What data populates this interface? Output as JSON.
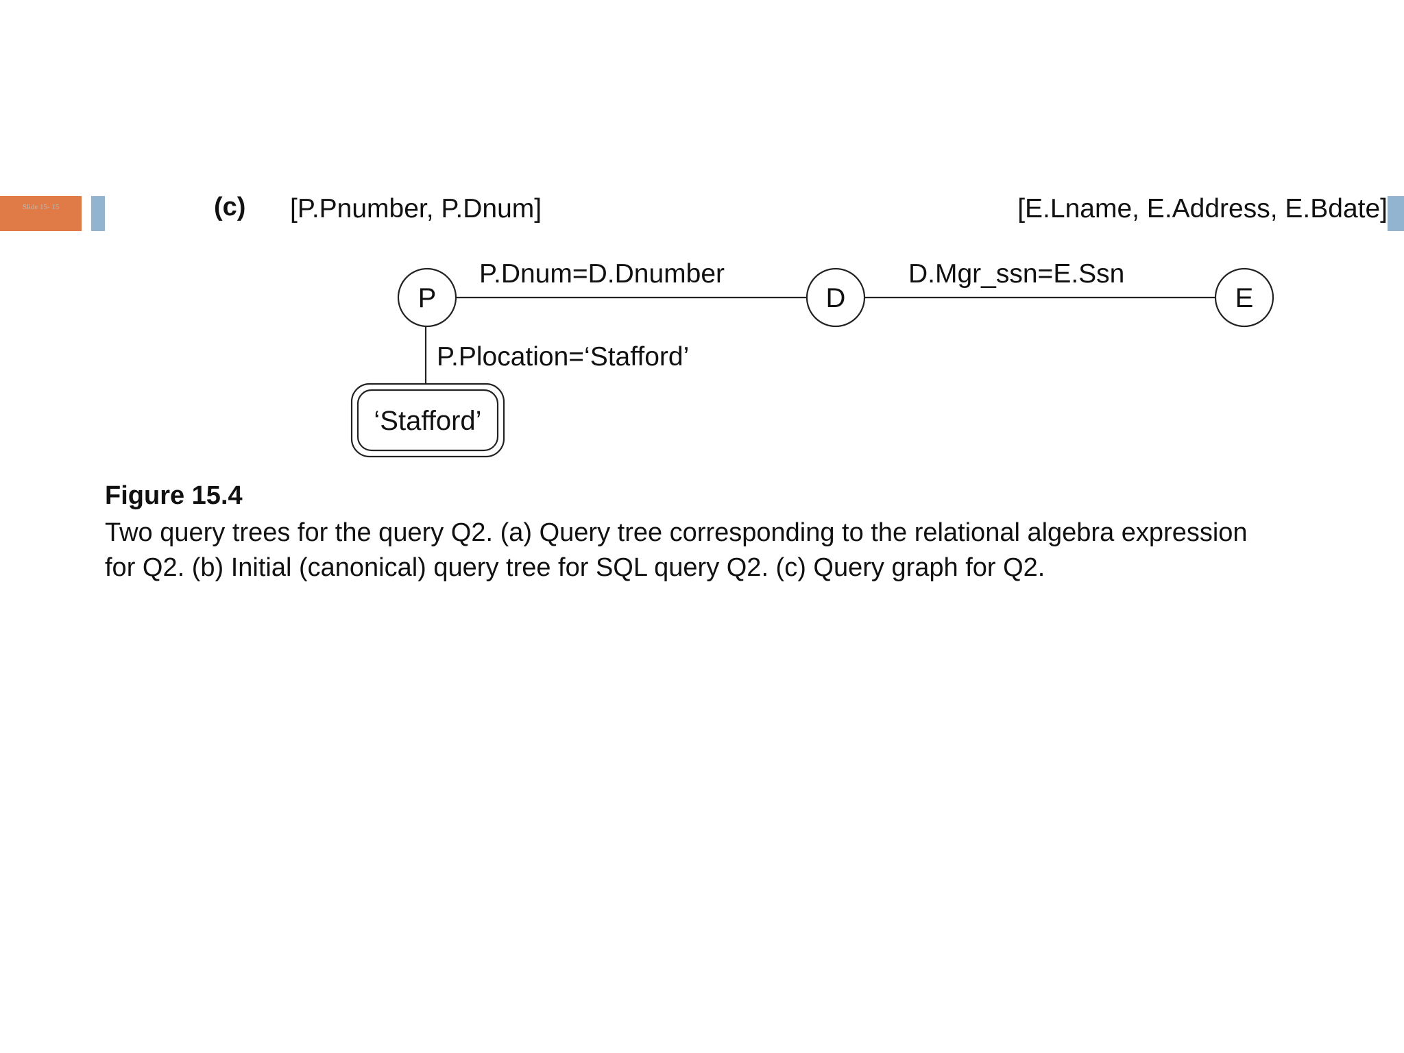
{
  "slide": {
    "tag_label": "Slide 15- 15",
    "tag_color": "#e07b47",
    "bar_color": "#92b4d0"
  },
  "figure": {
    "panel_label": "(c)",
    "left_attributes": "[P.Pnumber, P.Dnum]",
    "right_attributes": "[E.Lname, E.Address, E.Bdate]",
    "nodes": {
      "p": "P",
      "d": "D",
      "e": "E"
    },
    "edges": {
      "p_d": "P.Dnum=D.Dnumber",
      "d_e": "D.Mgr_ssn=E.Ssn",
      "p_const": "P.Plocation=‘Stafford’"
    },
    "constant": "‘Stafford’"
  },
  "caption": {
    "title": "Figure 15.4",
    "text": "Two query trees for the query Q2. (a) Query tree corresponding to the relational algebra expression for Q2. (b) Initial (canonical) query tree for SQL query Q2. (c) Query graph for Q2."
  }
}
